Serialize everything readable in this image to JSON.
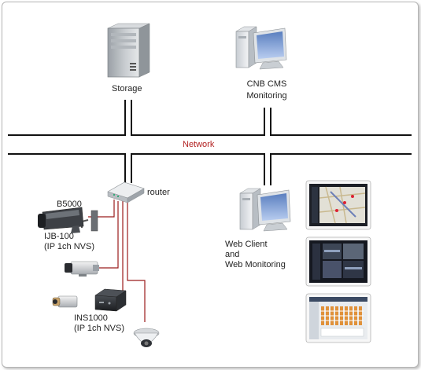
{
  "labels": {
    "storage": "Storage",
    "cms_line1": "CNB CMS",
    "cms_line2": "Monitoring",
    "network": "Network",
    "router": "router",
    "b5000": "B5000",
    "ijb_line1": "IJB-100",
    "ijb_line2": "(IP 1ch NVS)",
    "ins_line1": "INS1000",
    "ins_line2": "(IP 1ch NVS)",
    "web_line1": "Web Client",
    "web_line2": "and",
    "web_line3": "Web Monitoring"
  },
  "colors": {
    "network_text": "#b22222",
    "camera_links": "#9b1c1c",
    "bus": "#111111"
  },
  "icons": [
    "server-icon",
    "workstation-icon",
    "router-icon",
    "box-camera-icon",
    "nvs-encoder-icon",
    "dome-camera-icon",
    "monitoring-screenshot-icon"
  ]
}
